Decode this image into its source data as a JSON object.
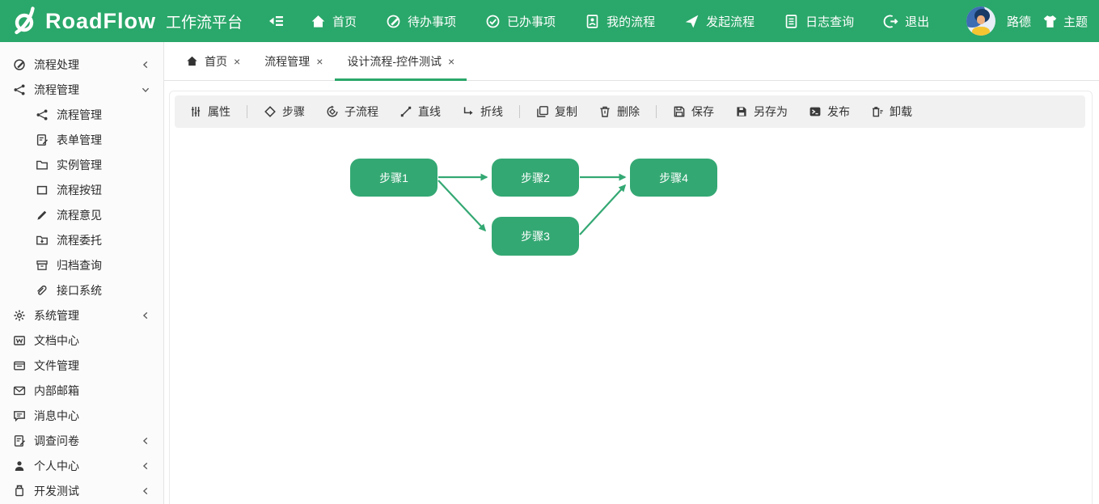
{
  "colors": {
    "accent_green": "#2aa76a",
    "node_green": "#34a873",
    "toolbar_bg": "#f1f1f1"
  },
  "header": {
    "logo_icon": "roadflow-logo-icon",
    "logo_text": "RoadFlow",
    "logo_suffix": "工作流平台",
    "collapse_icon": "menu-fold-icon",
    "nav": [
      {
        "label": "首页",
        "icon": "home-icon"
      },
      {
        "label": "待办事项",
        "icon": "compose-circle-icon"
      },
      {
        "label": "已办事项",
        "icon": "check-circle-icon"
      },
      {
        "label": "我的流程",
        "icon": "document-person-icon"
      },
      {
        "label": "发起流程",
        "icon": "send-icon"
      },
      {
        "label": "日志查询",
        "icon": "document-lines-icon"
      },
      {
        "label": "退出",
        "icon": "logout-icon"
      }
    ],
    "user_name": "路德",
    "theme_label": "主题",
    "theme_icon": "tshirt-icon"
  },
  "sidebar": {
    "items": [
      {
        "label": "流程处理",
        "icon": "compose-circle-icon",
        "level": 0,
        "chevron": "left"
      },
      {
        "label": "流程管理",
        "icon": "share-icon",
        "level": 0,
        "chevron": "down"
      },
      {
        "label": "流程管理",
        "icon": "share-icon",
        "level": 1,
        "chevron": null
      },
      {
        "label": "表单管理",
        "icon": "document-edit-icon",
        "level": 1,
        "chevron": null
      },
      {
        "label": "实例管理",
        "icon": "folder-icon",
        "level": 1,
        "chevron": null
      },
      {
        "label": "流程按钮",
        "icon": "square-icon",
        "level": 1,
        "chevron": null
      },
      {
        "label": "流程意见",
        "icon": "pencil-icon",
        "level": 1,
        "chevron": null
      },
      {
        "label": "流程委托",
        "icon": "folder-arrow-icon",
        "level": 1,
        "chevron": null
      },
      {
        "label": "归档查询",
        "icon": "archive-icon",
        "level": 1,
        "chevron": null
      },
      {
        "label": "接口系统",
        "icon": "paperclip-icon",
        "level": 1,
        "chevron": null
      },
      {
        "label": "系统管理",
        "icon": "gear-icon",
        "level": 0,
        "chevron": "left"
      },
      {
        "label": "文档中心",
        "icon": "word-doc-icon",
        "level": 0,
        "chevron": null
      },
      {
        "label": "文件管理",
        "icon": "folder-lines-icon",
        "level": 0,
        "chevron": null
      },
      {
        "label": "内部邮箱",
        "icon": "mail-icon",
        "level": 0,
        "chevron": null
      },
      {
        "label": "消息中心",
        "icon": "message-icon",
        "level": 0,
        "chevron": null
      },
      {
        "label": "调查问卷",
        "icon": "document-edit-icon",
        "level": 0,
        "chevron": "left"
      },
      {
        "label": "个人中心",
        "icon": "person-icon",
        "level": 0,
        "chevron": "left"
      },
      {
        "label": "开发测试",
        "icon": "usb-icon",
        "level": 0,
        "chevron": "left"
      }
    ]
  },
  "tabs": {
    "close_symbol": "×",
    "items": [
      {
        "label": "首页",
        "icon": "home-icon",
        "active": false
      },
      {
        "label": "流程管理",
        "active": false
      },
      {
        "label": "设计流程-控件测试",
        "active": true
      }
    ]
  },
  "toolbar": {
    "items": [
      {
        "label": "属性",
        "icon": "sliders-icon"
      },
      {
        "label": "步骤",
        "icon": "diamond-icon"
      },
      {
        "label": "子流程",
        "icon": "subflow-icon"
      },
      {
        "label": "直线",
        "icon": "straight-line-icon"
      },
      {
        "label": "折线",
        "icon": "polyline-icon"
      },
      {
        "label": "复制",
        "icon": "copy-icon"
      },
      {
        "label": "删除",
        "icon": "trash-icon"
      },
      {
        "label": "保存",
        "icon": "save-icon"
      },
      {
        "label": "另存为",
        "icon": "save-as-icon"
      },
      {
        "label": "发布",
        "icon": "publish-icon"
      },
      {
        "label": "卸载",
        "icon": "unload-icon"
      }
    ]
  },
  "canvas": {
    "nodes": [
      {
        "label": "步骤1"
      },
      {
        "label": "步骤2"
      },
      {
        "label": "步骤3"
      },
      {
        "label": "步骤4"
      }
    ],
    "edges": [
      {
        "from": "步骤1",
        "to": "步骤2"
      },
      {
        "from": "步骤1",
        "to": "步骤3"
      },
      {
        "from": "步骤2",
        "to": "步骤4"
      },
      {
        "from": "步骤3",
        "to": "步骤4"
      }
    ]
  }
}
